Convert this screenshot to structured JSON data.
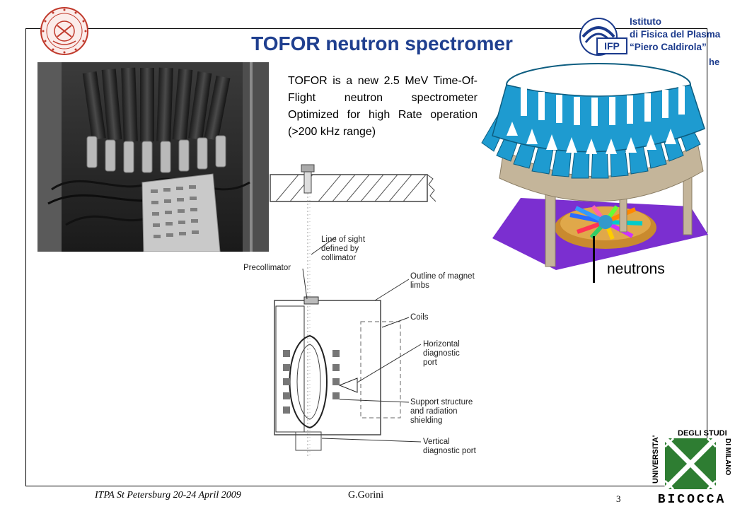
{
  "slide": {
    "title": "TOFOR neutron spectromer",
    "description": "TOFOR is a  new 2.5 MeV Time-Of-Flight neutron spectrometer Optimized for high Rate operation (>200 kHz range)"
  },
  "diagram": {
    "labels": {
      "line_of_sight": "Line of sight\ndefined by\ncollimator",
      "precollimator": "Precollimator",
      "outline_magnet": "Outline of magnet\nlimbs",
      "coils": "Coils",
      "horizontal_port": "Horizontal\ndiagnostic\nport",
      "support_structure": "Support structure\nand radiation\nshielding",
      "vertical_port": "Vertical\ndiagnostic port"
    }
  },
  "render": {
    "neutrons_label": "neutrons"
  },
  "logos": {
    "ifp_lines": [
      "Istituto",
      "di Fisica del Plasma",
      "“Piero Caldirola”"
    ],
    "ifp_truncated": "he",
    "ifp_emblem_text": "IFP",
    "unimib_text": "UNIVERSITA' DEGLI STUDI DI MILANO BICOCCA"
  },
  "footer": {
    "event": "ITPA St Petersburg 20-24 April 2009",
    "author": "G.Gorini",
    "page_number": "3"
  },
  "colors": {
    "title": "#1f3f8f",
    "ifp_blue": "#1b3a8c",
    "detector_cyan": "#1e9bd0",
    "floor_purple": "#7b2fd0",
    "unimib_green": "#2e7d32",
    "seal_red": "#c0392b"
  }
}
